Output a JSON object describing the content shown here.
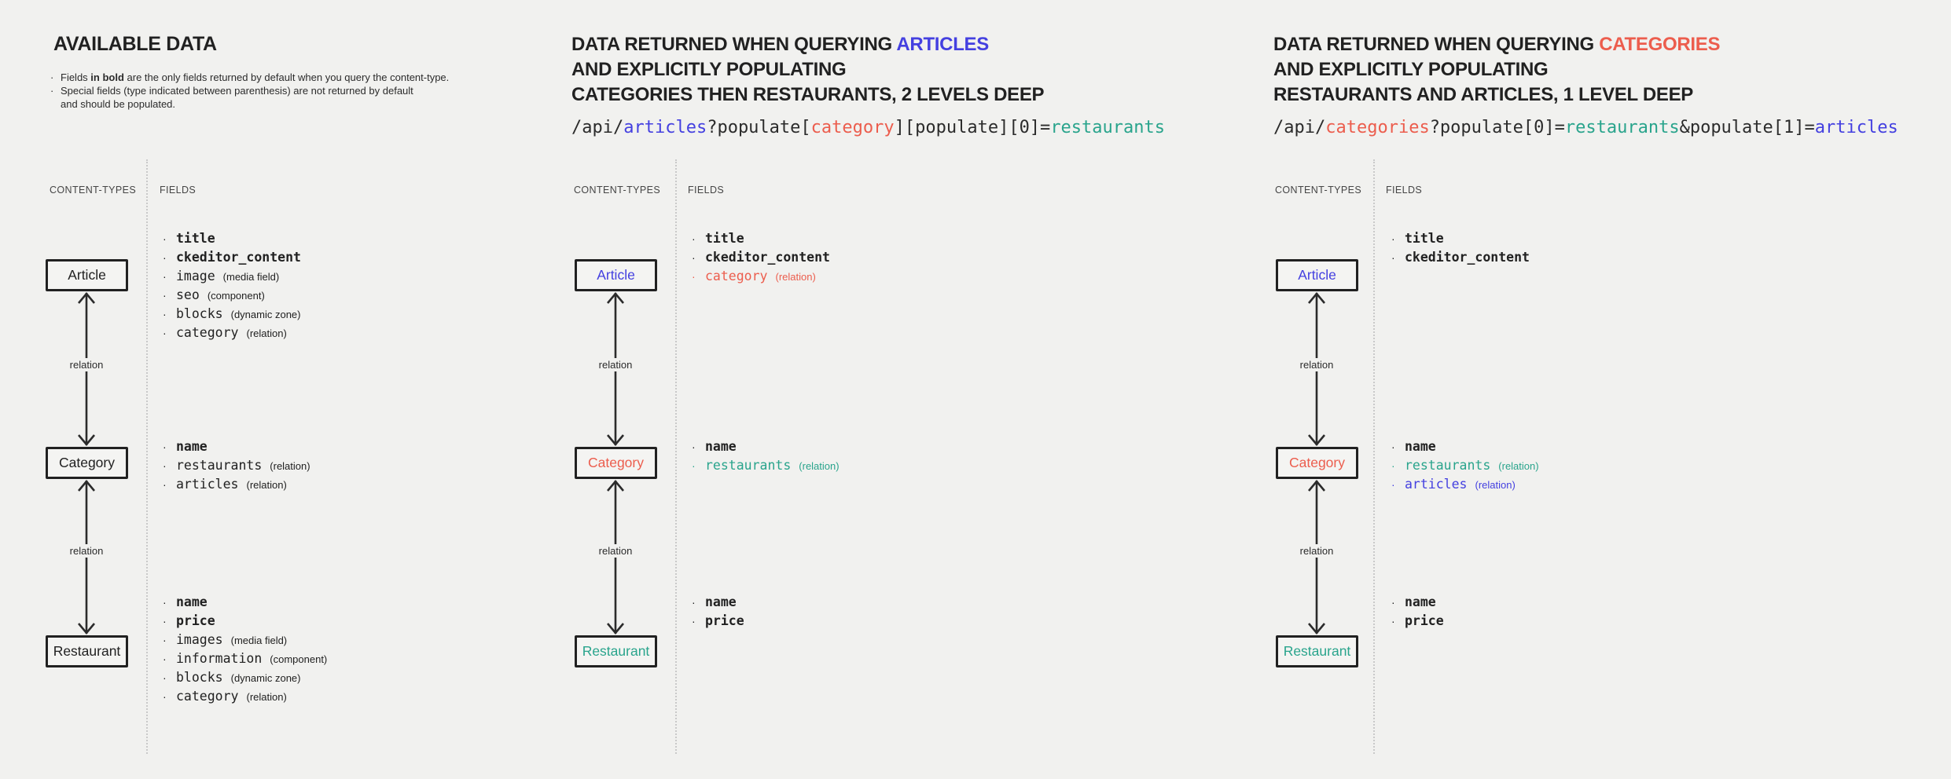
{
  "palette": {
    "dark": "#212121",
    "body": "#2b2b2b",
    "blue": "#4440e0",
    "red": "#ec5d4d",
    "teal": "#29a48c",
    "label_gray": "#454545",
    "divider_gray": "#c9c9c9",
    "background": "#f1f1ef",
    "box_border": "#212121"
  },
  "shared": {
    "content_types_label": "CONTENT-TYPES",
    "fields_label": "FIELDS",
    "relation_label": "relation"
  },
  "left": {
    "title": "AVAILABLE DATA",
    "notes": {
      "n1_pre": "Fields ",
      "n1_bold": "in bold",
      "n1_post": " are the only fields returned by default when you query the content-type.",
      "n2_l1": "Special fields (type indicated between parenthesis) are not returned by default",
      "n2_l2": "and should be populated."
    },
    "boxes": {
      "article": {
        "label": "Article",
        "color": "dark"
      },
      "category": {
        "label": "Category",
        "color": "dark"
      },
      "restaurant": {
        "label": "Restaurant",
        "color": "dark"
      }
    },
    "fields": {
      "article": [
        {
          "name": "title",
          "type": "",
          "bold": true,
          "color": "dark"
        },
        {
          "name": "ckeditor_content",
          "type": "",
          "bold": true,
          "color": "dark"
        },
        {
          "name": "image",
          "type": "(media field)",
          "bold": false,
          "color": "dark"
        },
        {
          "name": "seo",
          "type": "(component)",
          "bold": false,
          "color": "dark"
        },
        {
          "name": "blocks",
          "type": "(dynamic zone)",
          "bold": false,
          "color": "dark"
        },
        {
          "name": "category",
          "type": "(relation)",
          "bold": false,
          "color": "dark"
        }
      ],
      "category": [
        {
          "name": "name",
          "type": "",
          "bold": true,
          "color": "dark"
        },
        {
          "name": "restaurants",
          "type": "(relation)",
          "bold": false,
          "color": "dark"
        },
        {
          "name": "articles",
          "type": "(relation)",
          "bold": false,
          "color": "dark"
        }
      ],
      "restaurant": [
        {
          "name": "name",
          "type": "",
          "bold": true,
          "color": "dark"
        },
        {
          "name": "price",
          "type": "",
          "bold": true,
          "color": "dark"
        },
        {
          "name": "images",
          "type": "(media field)",
          "bold": false,
          "color": "dark"
        },
        {
          "name": "information",
          "type": "(component)",
          "bold": false,
          "color": "dark"
        },
        {
          "name": "blocks",
          "type": "(dynamic zone)",
          "bold": false,
          "color": "dark"
        },
        {
          "name": "category",
          "type": "(relation)",
          "bold": false,
          "color": "dark"
        }
      ]
    }
  },
  "middle": {
    "title_l1_plain": "DATA RETURNED WHEN QUERYING ",
    "title_l1_accent": "ARTICLES",
    "title_l1_accent_color": "blue",
    "title_l2": "AND EXPLICITLY POPULATING",
    "title_l3": "CATEGORIES THEN RESTAURANTS, 2 LEVELS DEEP",
    "url_segments": [
      {
        "text": "/api/",
        "color": "body"
      },
      {
        "text": "articles",
        "color": "blue"
      },
      {
        "text": "?populate[",
        "color": "body"
      },
      {
        "text": "category",
        "color": "red"
      },
      {
        "text": "][populate][0]=",
        "color": "body"
      },
      {
        "text": "restaurants",
        "color": "teal"
      }
    ],
    "boxes": {
      "article": {
        "label": "Article",
        "color": "blue"
      },
      "category": {
        "label": "Category",
        "color": "red"
      },
      "restaurant": {
        "label": "Restaurant",
        "color": "teal"
      }
    },
    "fields": {
      "article": [
        {
          "name": "title",
          "type": "",
          "bold": true,
          "color": "dark"
        },
        {
          "name": "ckeditor_content",
          "type": "",
          "bold": true,
          "color": "dark"
        },
        {
          "name": "category",
          "type": "(relation)",
          "bold": false,
          "color": "red"
        }
      ],
      "category": [
        {
          "name": "name",
          "type": "",
          "bold": true,
          "color": "dark"
        },
        {
          "name": "restaurants",
          "type": "(relation)",
          "bold": false,
          "color": "teal"
        }
      ],
      "restaurant": [
        {
          "name": "name",
          "type": "",
          "bold": true,
          "color": "dark"
        },
        {
          "name": "price",
          "type": "",
          "bold": true,
          "color": "dark"
        }
      ]
    }
  },
  "right": {
    "title_l1_plain": "DATA RETURNED WHEN QUERYING ",
    "title_l1_accent": "CATEGORIES",
    "title_l1_accent_color": "red",
    "title_l2": "AND EXPLICITLY POPULATING",
    "title_l3": "RESTAURANTS AND ARTICLES, 1 LEVEL DEEP",
    "url_segments": [
      {
        "text": "/api/",
        "color": "body"
      },
      {
        "text": "categories",
        "color": "red"
      },
      {
        "text": "?populate[0]=",
        "color": "body"
      },
      {
        "text": "restaurants",
        "color": "teal"
      },
      {
        "text": "&populate[1]=",
        "color": "body"
      },
      {
        "text": "articles",
        "color": "blue"
      }
    ],
    "boxes": {
      "article": {
        "label": "Article",
        "color": "blue"
      },
      "category": {
        "label": "Category",
        "color": "red"
      },
      "restaurant": {
        "label": "Restaurant",
        "color": "teal"
      }
    },
    "fields": {
      "article": [
        {
          "name": "title",
          "type": "",
          "bold": true,
          "color": "dark"
        },
        {
          "name": "ckeditor_content",
          "type": "",
          "bold": true,
          "color": "dark"
        }
      ],
      "category": [
        {
          "name": "name",
          "type": "",
          "bold": true,
          "color": "dark"
        },
        {
          "name": "restaurants",
          "type": "(relation)",
          "bold": false,
          "color": "teal"
        },
        {
          "name": "articles",
          "type": "(relation)",
          "bold": false,
          "color": "blue"
        }
      ],
      "restaurant": [
        {
          "name": "name",
          "type": "",
          "bold": true,
          "color": "dark"
        },
        {
          "name": "price",
          "type": "",
          "bold": true,
          "color": "dark"
        }
      ]
    }
  }
}
